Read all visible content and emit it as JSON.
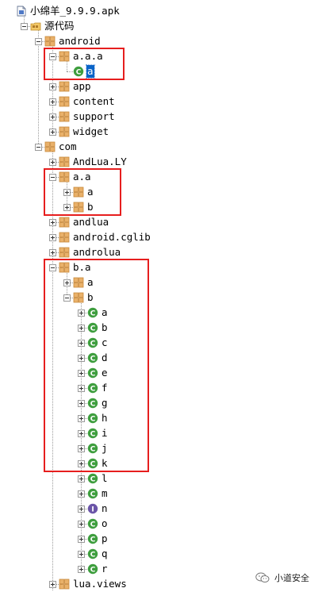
{
  "tree": [
    {
      "label": "小绵羊_9.9.9.apk",
      "icon": "apk-icon",
      "depth": 0,
      "expander": "none"
    },
    {
      "label": "源代码",
      "icon": "source-folder-icon",
      "depth": 1,
      "expander": "minus"
    },
    {
      "label": "android",
      "icon": "package-icon",
      "depth": 2,
      "expander": "minus"
    },
    {
      "label": "a.a.a",
      "icon": "package-icon",
      "depth": 3,
      "expander": "minus"
    },
    {
      "label": "a",
      "icon": "class-icon",
      "depth": 4,
      "expander": "none",
      "selected": true
    },
    {
      "label": "app",
      "icon": "package-icon",
      "depth": 3,
      "expander": "plus"
    },
    {
      "label": "content",
      "icon": "package-icon",
      "depth": 3,
      "expander": "plus"
    },
    {
      "label": "support",
      "icon": "package-icon",
      "depth": 3,
      "expander": "plus"
    },
    {
      "label": "widget",
      "icon": "package-icon",
      "depth": 3,
      "expander": "plus"
    },
    {
      "label": "com",
      "icon": "package-icon",
      "depth": 2,
      "expander": "minus"
    },
    {
      "label": "AndLua.LY",
      "icon": "package-icon",
      "depth": 3,
      "expander": "plus"
    },
    {
      "label": "a.a",
      "icon": "package-icon",
      "depth": 3,
      "expander": "minus"
    },
    {
      "label": "a",
      "icon": "package-icon",
      "depth": 4,
      "expander": "plus"
    },
    {
      "label": "b",
      "icon": "package-icon",
      "depth": 4,
      "expander": "plus"
    },
    {
      "label": "andlua",
      "icon": "package-icon",
      "depth": 3,
      "expander": "plus"
    },
    {
      "label": "android.cglib",
      "icon": "package-icon",
      "depth": 3,
      "expander": "plus"
    },
    {
      "label": "androlua",
      "icon": "package-icon",
      "depth": 3,
      "expander": "plus"
    },
    {
      "label": "b.a",
      "icon": "package-icon",
      "depth": 3,
      "expander": "minus"
    },
    {
      "label": "a",
      "icon": "package-icon",
      "depth": 4,
      "expander": "plus"
    },
    {
      "label": "b",
      "icon": "package-icon",
      "depth": 4,
      "expander": "minus"
    },
    {
      "label": "a",
      "icon": "class-icon",
      "depth": 5,
      "expander": "plus"
    },
    {
      "label": "b",
      "icon": "class-icon",
      "depth": 5,
      "expander": "plus"
    },
    {
      "label": "c",
      "icon": "class-icon",
      "depth": 5,
      "expander": "plus"
    },
    {
      "label": "d",
      "icon": "class-icon",
      "depth": 5,
      "expander": "plus"
    },
    {
      "label": "e",
      "icon": "class-icon",
      "depth": 5,
      "expander": "plus"
    },
    {
      "label": "f",
      "icon": "class-icon",
      "depth": 5,
      "expander": "plus"
    },
    {
      "label": "g",
      "icon": "class-icon",
      "depth": 5,
      "expander": "plus"
    },
    {
      "label": "h",
      "icon": "class-icon",
      "depth": 5,
      "expander": "plus"
    },
    {
      "label": "i",
      "icon": "class-icon",
      "depth": 5,
      "expander": "plus"
    },
    {
      "label": "j",
      "icon": "class-icon",
      "depth": 5,
      "expander": "plus"
    },
    {
      "label": "k",
      "icon": "class-icon",
      "depth": 5,
      "expander": "plus"
    },
    {
      "label": "l",
      "icon": "class-icon",
      "depth": 5,
      "expander": "plus"
    },
    {
      "label": "m",
      "icon": "class-icon",
      "depth": 5,
      "expander": "plus"
    },
    {
      "label": "n",
      "icon": "interface-icon",
      "depth": 5,
      "expander": "plus"
    },
    {
      "label": "o",
      "icon": "class-icon",
      "depth": 5,
      "expander": "plus"
    },
    {
      "label": "p",
      "icon": "class-icon",
      "depth": 5,
      "expander": "plus"
    },
    {
      "label": "q",
      "icon": "class-icon",
      "depth": 5,
      "expander": "plus"
    },
    {
      "label": "r",
      "icon": "class-icon",
      "depth": 5,
      "expander": "plus"
    },
    {
      "label": "lua.views",
      "icon": "package-icon",
      "depth": 3,
      "expander": "plus"
    }
  ],
  "highlights": [
    {
      "name": "highlight-box-a-a-a",
      "first": 3,
      "last": 4
    },
    {
      "name": "highlight-box-a-a",
      "first": 11,
      "last": 13
    },
    {
      "name": "highlight-box-b-a",
      "first": 17,
      "last": 30
    }
  ],
  "watermark": {
    "text": "小道安全",
    "icon": "wechat-icon"
  },
  "colors": {
    "selection": "#0a64c8",
    "highlight_border": "#e61e1e",
    "class_icon": "#3e9e3e",
    "interface_icon": "#6b55a8",
    "package_icon": "#c8893a"
  }
}
